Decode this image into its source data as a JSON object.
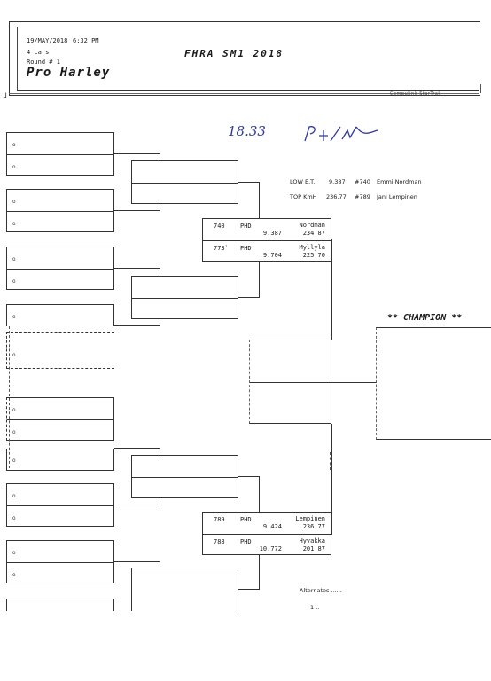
{
  "header": {
    "date": "19/MAY/2018",
    "time": "6:32 PM",
    "cars": "4 cars",
    "round": "Round # 1",
    "event": "FHRA SM1 2018",
    "class": "Pro Harley",
    "brand": "Compulink StarTrak"
  },
  "handwriting": {
    "number": "18.33",
    "signature": "P+/r"
  },
  "stats": {
    "low_et": {
      "label": "LOW E.T.",
      "value": "9.387",
      "car": "#740",
      "name": "Emmi Nordman"
    },
    "top_kmh": {
      "label": "TOP KmH",
      "value": "236.77",
      "car": "#789",
      "name": "Jani Lempinen"
    }
  },
  "champion_label": "** CHAMPION **",
  "alternates": {
    "label": "Alternates ......",
    "first": "1 .."
  },
  "pairings": [
    {
      "top": {
        "car": "740",
        "class": "PHD",
        "name": "Nordman",
        "et": "9.387",
        "speed": "234.87"
      },
      "bottom": {
        "car": "773`",
        "class": "PHD",
        "name": "Myllyla",
        "et": "9.704",
        "speed": "225.70"
      }
    },
    {
      "top": {
        "car": "789",
        "class": "PHD",
        "name": "Lempinen",
        "et": "9.424",
        "speed": "236.77"
      },
      "bottom": {
        "car": "788",
        "class": "PHD",
        "name": "Hyvakka",
        "et": "10.772",
        "speed": "201.87"
      }
    }
  ],
  "slot_marker": "o"
}
